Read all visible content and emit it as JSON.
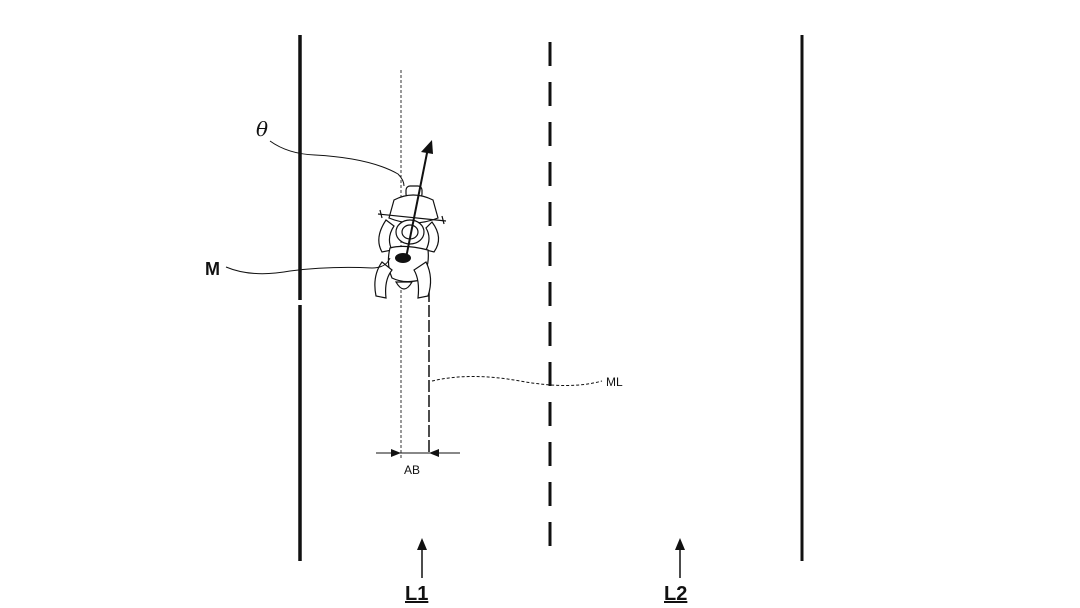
{
  "labels": {
    "theta": "θ",
    "motorcycle": "M",
    "motorcycle_line": "ML",
    "offset": "AB",
    "lane_1": "L1",
    "lane_2": "L2"
  },
  "colors": {
    "ink": "#111111",
    "background": "#ffffff"
  }
}
